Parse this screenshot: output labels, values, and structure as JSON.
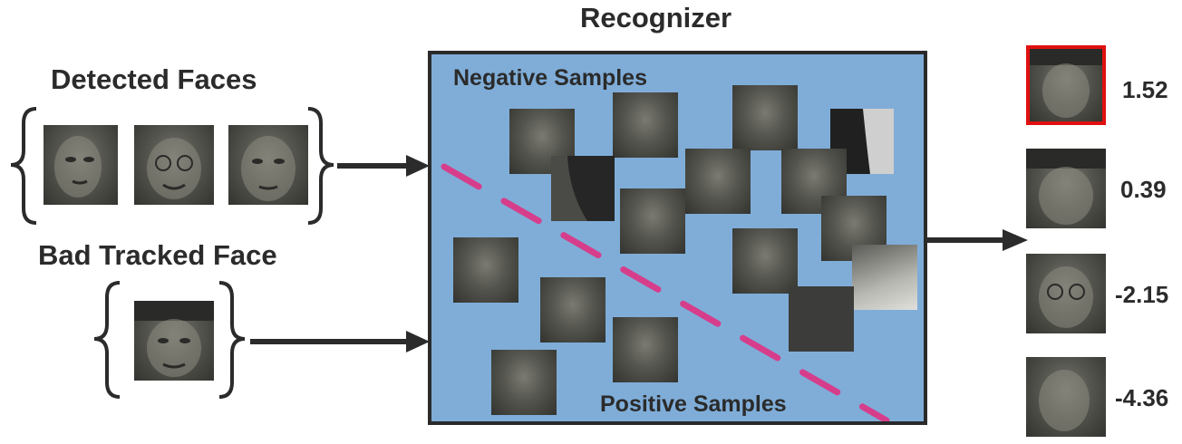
{
  "title": "Recognizer",
  "detected_label": "Detected Faces",
  "bad_label": "Bad Tracked Face",
  "negative_label": "Negative Samples",
  "positive_label": "Positive Samples",
  "scores": [
    "1.52",
    "0.39",
    "-2.15",
    "-4.36"
  ],
  "colors": {
    "panel_fill": "#7fadd8",
    "divider": "#d63e8b",
    "highlight": "#e01010",
    "ink": "#2b2b2b"
  }
}
